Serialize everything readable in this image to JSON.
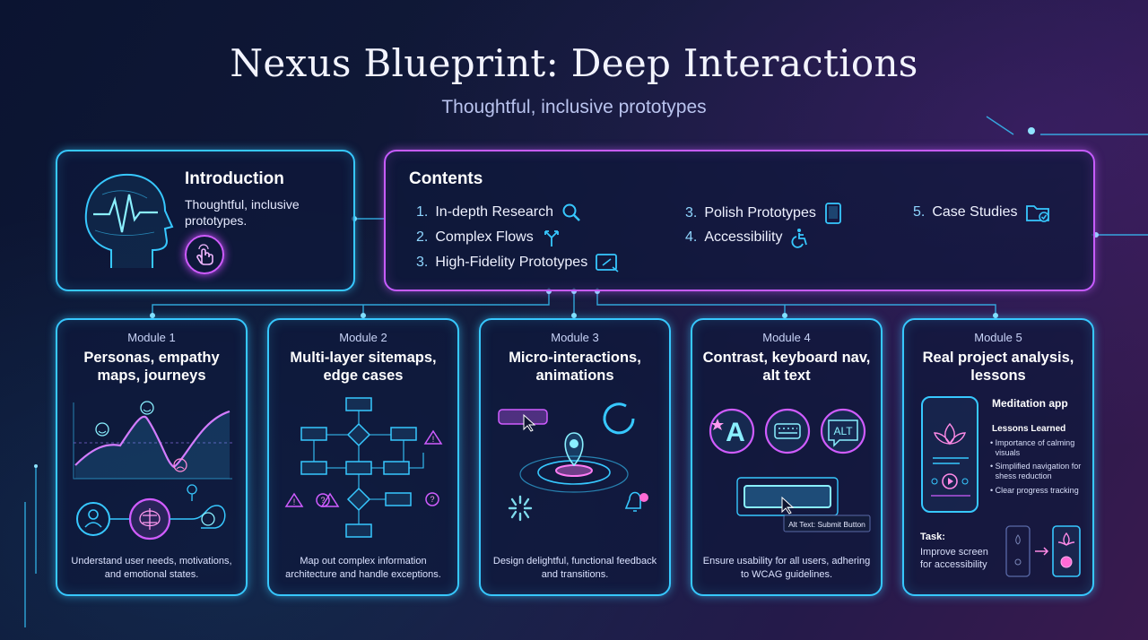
{
  "header": {
    "title": "Nexus Blueprint: Deep Interactions",
    "subtitle": "Thoughtful, inclusive prototypes"
  },
  "intro": {
    "heading": "Introduction",
    "text": "Thoughtful, inclusive prototypes.",
    "icons": [
      "head-pulse-icon",
      "touch-icon"
    ]
  },
  "contents": {
    "heading": "Contents",
    "items": [
      {
        "num": "1.",
        "label": "In-depth Research",
        "icon": "search-icon"
      },
      {
        "num": "2.",
        "label": "Complex Flows",
        "icon": "split-arrows-icon"
      },
      {
        "num": "3.",
        "label": "High-Fidelity Prototypes",
        "icon": "tablet-pen-icon"
      },
      {
        "num": "3.",
        "label": "Polish Prototypes",
        "icon": "tablet-icon"
      },
      {
        "num": "4.",
        "label": "Accessibility",
        "icon": "accessibility-icon"
      },
      {
        "num": "5.",
        "label": "Case Studies",
        "icon": "folder-check-icon"
      }
    ]
  },
  "modules": [
    {
      "label": "Module 1",
      "title": "Personas, empathy maps, journeys",
      "desc": "Understand user needs, motivations, and emotional states."
    },
    {
      "label": "Module 2",
      "title": "Multi-layer sitemaps, edge cases",
      "desc": "Map out complex information architecture and handle exceptions."
    },
    {
      "label": "Module 3",
      "title": "Micro-interactions, animations",
      "desc": "Design delightful, functional feedback and transitions."
    },
    {
      "label": "Module 4",
      "title": "Contrast, keyboard nav, alt text",
      "desc": "Ensure usability for all users, adhering to WCAG guidelines.",
      "alt_tooltip": "Alt Text: Submit Button",
      "alt_badge": "ALT",
      "contrast_letter": "A"
    },
    {
      "label": "Module 5",
      "title": "Real project analysis, lessons",
      "desc": "",
      "app_name": "Meditation app",
      "lessons_heading": "Lessons Learned",
      "lessons": [
        "Importance of calming visuals",
        "Simplified navigation for shess reduction",
        "Clear progress tracking"
      ],
      "task_heading": "Task:",
      "task_text": "Improve screen for accessibility"
    }
  ],
  "colors": {
    "cyan": "#37c8ff",
    "magenta": "#c75cff",
    "background": "#0b1431"
  }
}
